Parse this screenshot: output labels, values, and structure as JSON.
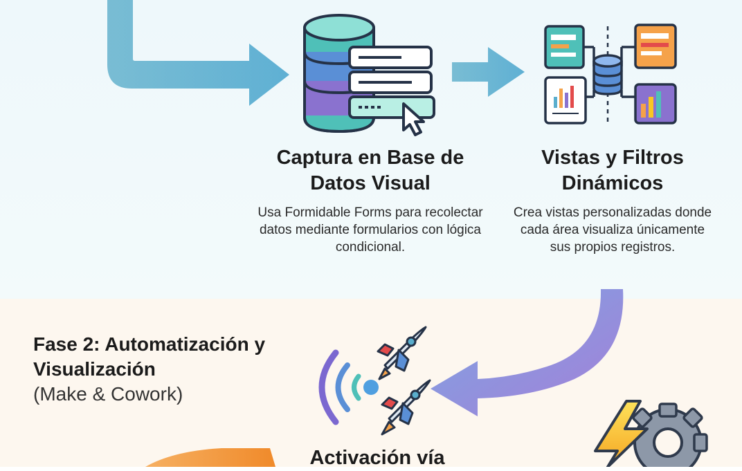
{
  "steps": [
    {
      "title": "Captura en Base de Datos Visual",
      "description": "Usa Formidable Forms para recolectar datos mediante formularios con lógica condicional."
    },
    {
      "title": "Vistas y Filtros Dinámicos",
      "description": "Crea vistas personalizadas donde cada área visualiza únicamente sus propios registros."
    },
    {
      "title": "Activación vía"
    }
  ],
  "phase2": {
    "title": "Fase 2: Automatización y Visualización",
    "subtitle": "(Make & Cowork)"
  },
  "icons": [
    "database-form-icon",
    "dashboard-filter-icon",
    "rocket-signal-icon",
    "lightning-gear-icon"
  ],
  "colors": {
    "arrow_teal": "#5aaecd",
    "arrow_purple": "#8a78d8",
    "arrow_orange": "#f39a3c",
    "db_teal": "#4fc0b8",
    "db_blue": "#5a8fd6",
    "db_purple": "#8a72cf",
    "accent_orange": "#f5a24a",
    "bolt_yellow": "#f9c623"
  }
}
